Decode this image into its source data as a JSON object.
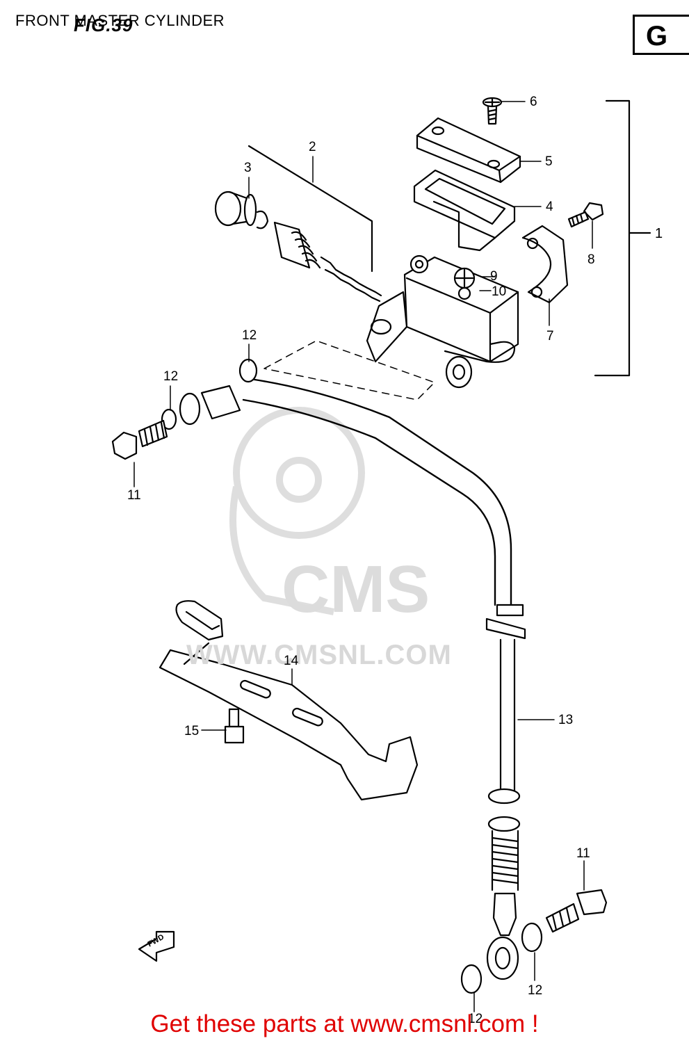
{
  "header": {
    "title": "FRONT MASTER CYLINDER",
    "figure": "FIG.39",
    "group": "G"
  },
  "watermark": {
    "brand": "CMS",
    "url": "WWW.CMSNL.COM"
  },
  "direction_marker": "FWD",
  "callouts": [
    "1",
    "2",
    "3",
    "4",
    "5",
    "6",
    "7",
    "8",
    "9",
    "10",
    "11",
    "11",
    "12",
    "12",
    "12",
    "12",
    "13",
    "14",
    "15"
  ],
  "banner": {
    "text": "Get these parts at www.cmsnl.com !",
    "color": "#e00000"
  }
}
